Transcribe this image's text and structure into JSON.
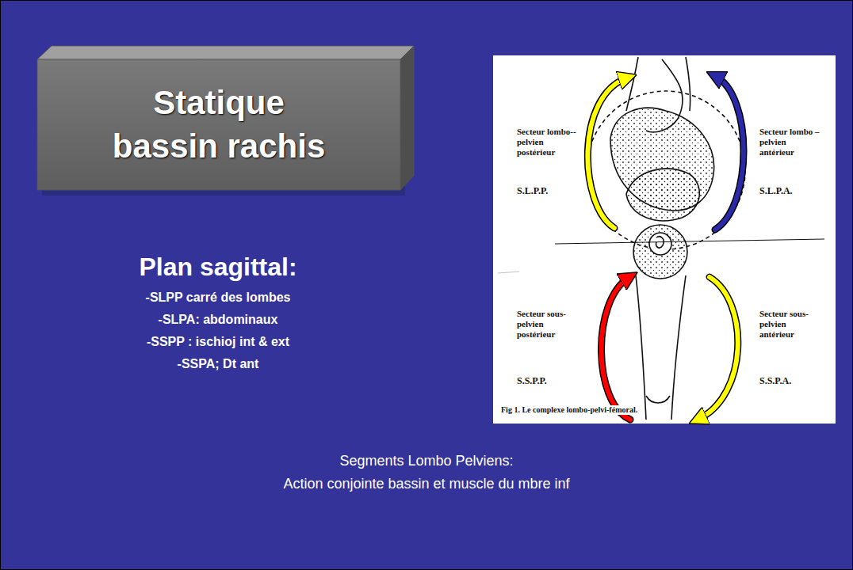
{
  "diagram": {
    "nodes": [
      {
        "text": [
          "Statique bassin rachis"
        ]
      }
    ],
    "labels": [
      "Plan sagittal:",
      "-SLPP carré des lombes",
      "-SLPA: abdominaux",
      "-SSPP : ischioj int & ext",
      "-SSPA; Dt ant",
      "Secteur lombo-- pelvien postérieur",
      "S.L.P.P.",
      "Secteur lombo – pelvien antérieur",
      "S.L.P.A.",
      "Secteur sous- pelvien postérieur",
      "S.S.P.P.",
      "Secteur sous- pelvien antérieur",
      "S.S.P.A.",
      "Fig 1. Le complexe lombo-pelvi-fémoral.",
      "Segments Lombo Pelviens:",
      "Action conjointe bassin et muscle du mbre inf"
    ]
  }
}
